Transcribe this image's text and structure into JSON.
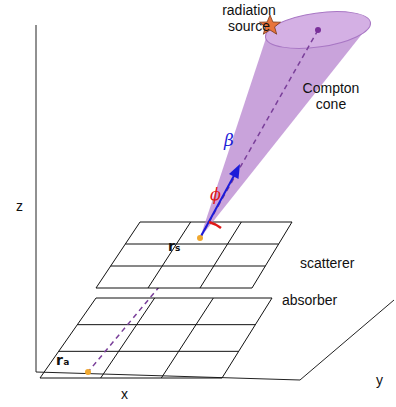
{
  "diagram": {
    "labels": [
      "radiation source",
      "Compton cone",
      "β",
      "ϕ",
      "scatterer",
      "absorber",
      "rₛ",
      "rₐ",
      "z",
      "x",
      "y"
    ]
  }
}
